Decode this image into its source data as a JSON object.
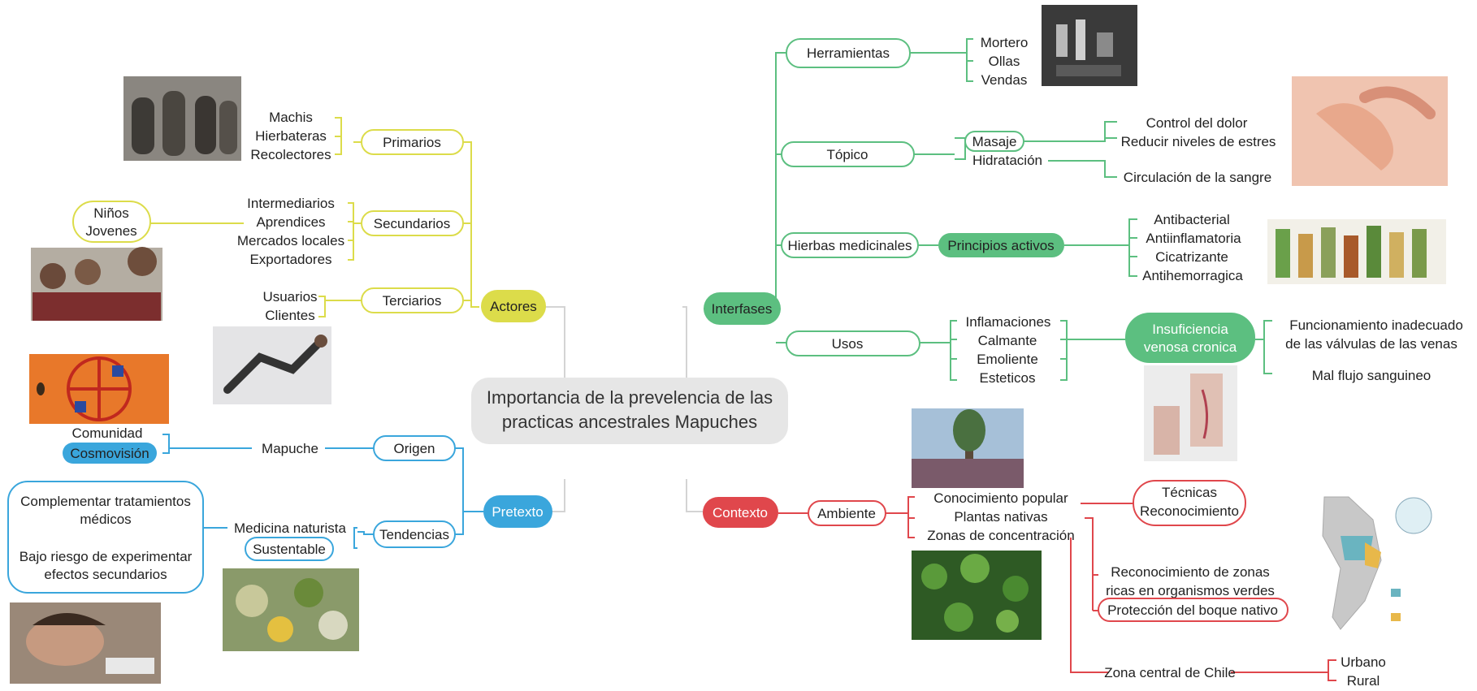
{
  "center": {
    "line1": "Importancia de la prevelencia de las",
    "line2": "practicas ancestrales Mapuches"
  },
  "actores": {
    "label": "Actores",
    "primarios": {
      "label": "Primarios",
      "items": [
        "Machis",
        "Hierbateras",
        "Recolectores"
      ]
    },
    "secundarios": {
      "label": "Secundarios",
      "items": [
        "Intermediarios",
        "Aprendices",
        "Mercados locales",
        "Exportadores"
      ],
      "sub": [
        "Niños",
        "Jovenes"
      ]
    },
    "terciarios": {
      "label": "Terciarios",
      "items": [
        "Usuarios",
        "Clientes"
      ]
    }
  },
  "pretexto": {
    "label": "Pretexto",
    "origen": {
      "label": "Origen",
      "child": "Mapuche",
      "items": [
        "Comunidad",
        "Cosmovisión"
      ]
    },
    "tendencias": {
      "label": "Tendencias",
      "items": [
        "Medicina naturista",
        "Sustentable"
      ],
      "box": [
        "Complementar tratamientos",
        "médicos",
        "Bajo riesgo de experimentar",
        "efectos secundarios"
      ]
    }
  },
  "interfases": {
    "label": "Interfases",
    "herramientas": {
      "label": "Herramientas",
      "items": [
        "Mortero",
        "Ollas",
        "Vendas"
      ]
    },
    "topico": {
      "label": "Tópico",
      "masaje": "Masaje",
      "hidratacion": "Hidratación",
      "masaje_items": [
        "Control del dolor",
        "Reducir niveles de estres"
      ],
      "hidratacion_items": [
        "Circulación de la sangre"
      ]
    },
    "hierbas": {
      "label": "Hierbas medicinales",
      "principios": "Principios activos",
      "items": [
        "Antibacterial",
        "Antiinflamatoria",
        "Cicatrizante",
        "Antihemorragica"
      ]
    },
    "usos": {
      "label": "Usos",
      "items": [
        "Inflamaciones",
        "Calmante",
        "Emoliente",
        "Esteticos"
      ],
      "insuf": [
        "Insuficiencia",
        "venosa cronica"
      ],
      "effects": [
        "Funcionamiento inadecuado",
        "de las válvulas de las venas",
        "Mal flujo sanguineo"
      ]
    }
  },
  "contexto": {
    "label": "Contexto",
    "ambiente": {
      "label": "Ambiente",
      "items": [
        "Conocimiento popular",
        "Plantas nativas",
        "Zonas de concentración"
      ]
    },
    "tecnicas": [
      "Técnicas",
      "Reconocimiento"
    ],
    "reconocimiento": [
      "Reconocimiento de zonas",
      "ricas en organismos verdes"
    ],
    "proteccion": "Protección del boque nativo",
    "zona": "Zona central de Chile",
    "zona_items": [
      "Urbano",
      "Rural"
    ]
  },
  "colors": {
    "yellow": "#dcdc4a",
    "blue": "#3aa6dc",
    "green": "#5cbf80",
    "red": "#e0474c",
    "center": "#e6e6e6"
  },
  "photos": [
    "elders-photo",
    "children-photo",
    "exercise-photo",
    "cosmovision-symbol",
    "sleeping-person-photo",
    "herbs-photo",
    "tools-photo",
    "massage-photo",
    "herb-jars-photo",
    "veins-photo",
    "crowd-tree-photo",
    "native-forest-photo",
    "chile-map"
  ]
}
